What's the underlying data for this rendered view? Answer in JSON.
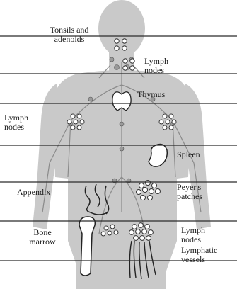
{
  "labels": {
    "tonsils_line1": "Tonsils and",
    "tonsils_line2": "adenoids",
    "lymph_nodes_upper_line1": "Lymph",
    "lymph_nodes_upper_line2": "nodes",
    "thymus": "Thymus",
    "lymph_nodes_left_line1": "Lymph",
    "lymph_nodes_left_line2": "nodes",
    "spleen": "Spleen",
    "appendix": "Appendix",
    "peyers_line1": "Peyer's",
    "peyers_line2": "patches",
    "bone_marrow_line1": "Bone",
    "bone_marrow_line2": "marrow",
    "lymph_nodes_lower_line1": "Lymph",
    "lymph_nodes_lower_line2": "nodes",
    "lymphatic_line1": "Lymphatic",
    "lymphatic_line2": "vessels"
  },
  "colors": {
    "silhouette": "#c9c9c9",
    "rule": "#2b2b2b",
    "organ": "#ffffff",
    "vessel": "#8a8a8a"
  }
}
